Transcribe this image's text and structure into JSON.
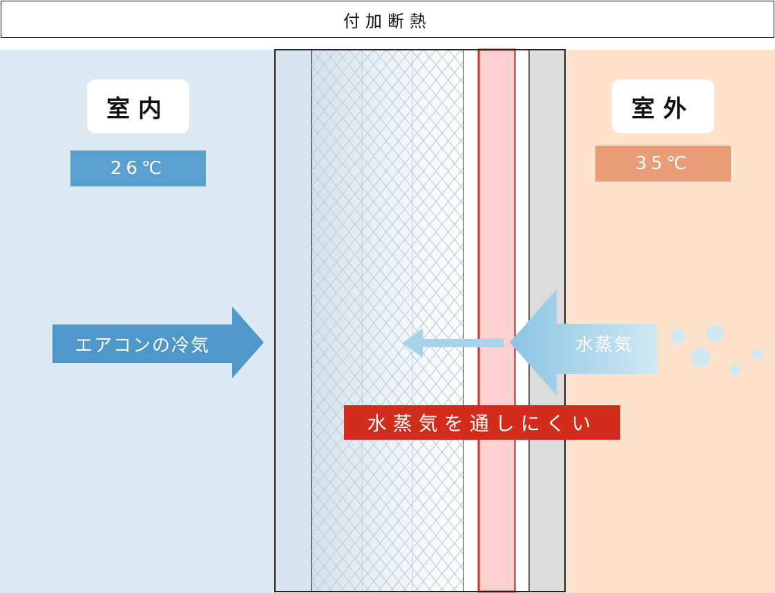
{
  "title": "付加断熱",
  "indoor": {
    "label": "室内",
    "temperature": "26℃"
  },
  "outdoor": {
    "label": "室外",
    "temperature": "35℃"
  },
  "arrows": {
    "aircon": "エアコンの冷気",
    "vapor": "水蒸気"
  },
  "barrier_label": "水蒸気を通しにくい",
  "colors": {
    "indoor_bg": "#dce9f2",
    "outdoor_bg": "#fde2cc",
    "indoor_temp": "#5aa0cf",
    "outdoor_temp": "#e89c77",
    "aircon_arrow": "#4f97c9",
    "vapor_arrow": "#a8d5e8",
    "barrier_red": "#d22d1c",
    "barrier_fill": "#fdd0d0"
  }
}
